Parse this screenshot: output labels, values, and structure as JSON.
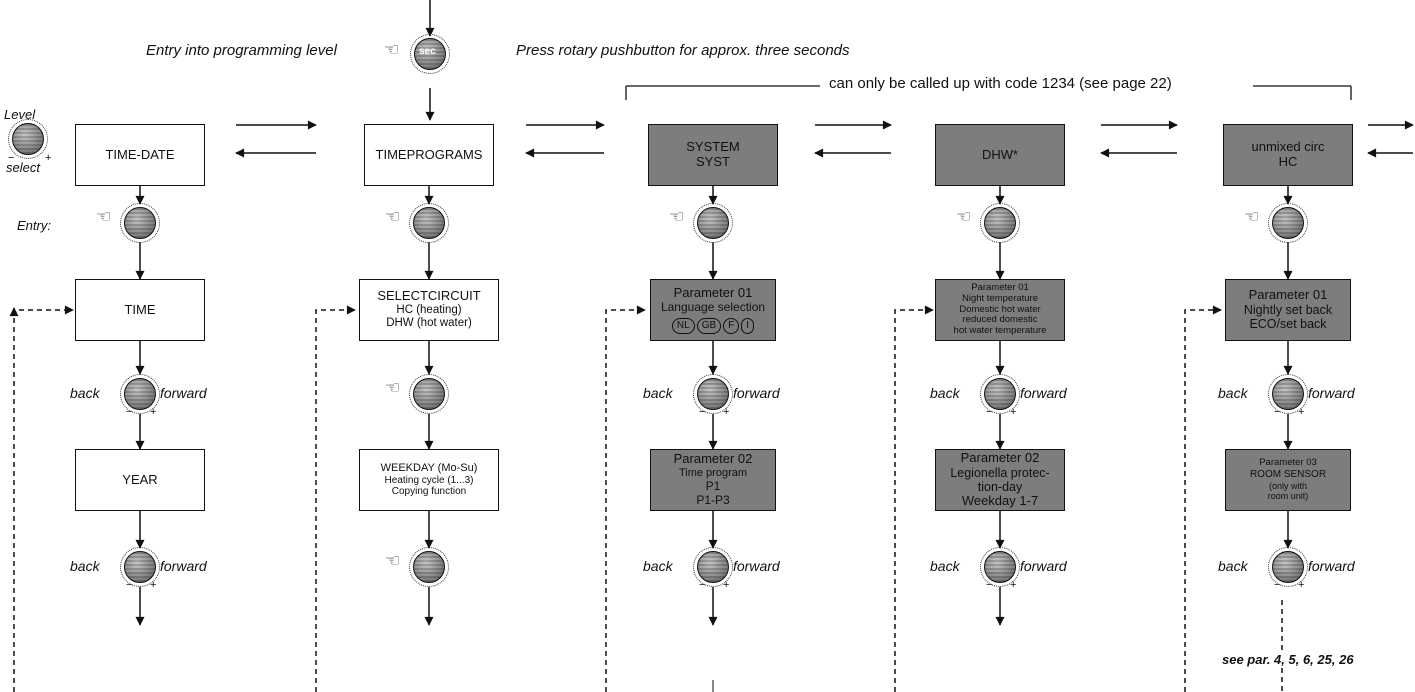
{
  "header": {
    "entry_label": "Entry into programming level",
    "sec_label": "sec",
    "press_note": "Press rotary pushbutton for approx. three seconds",
    "code_note": "can only be called up with code 1234 (see page 22)"
  },
  "side_labels": {
    "level": "Level",
    "select": "select",
    "entry": "Entry:"
  },
  "knob_labels": {
    "back": "back",
    "forward": "forward",
    "minus": "−",
    "plus": "+"
  },
  "top_menus": [
    {
      "lines": [
        "TIME-DATE"
      ],
      "style": "white"
    },
    {
      "lines": [
        "TIMEPROGRAMS"
      ],
      "style": "white"
    },
    {
      "lines": [
        "SYSTEM",
        "SYST"
      ],
      "style": "grey"
    },
    {
      "lines": [
        "DHW*"
      ],
      "style": "grey"
    },
    {
      "lines": [
        "unmixed circ",
        "HC"
      ],
      "style": "grey"
    }
  ],
  "columns": [
    {
      "first": {
        "lines": [
          "TIME"
        ]
      },
      "second": {
        "lines": [
          "YEAR"
        ]
      }
    },
    {
      "first": {
        "lines": [
          "SELECTCIRCUIT",
          "HC (heating)",
          "DHW (hot water)"
        ]
      },
      "second": {
        "lines": [
          "WEEKDAY (Mo-Su)",
          "Heating cycle (1...3)",
          "Copying function"
        ]
      }
    },
    {
      "first": {
        "lines": [
          "Parameter 01",
          "Language selection"
        ],
        "options": [
          "NL",
          "GB",
          "F",
          "I"
        ]
      },
      "second": {
        "lines": [
          "Parameter 02",
          "Time program",
          "P1",
          "P1-P3"
        ]
      }
    },
    {
      "first": {
        "lines": [
          "Parameter 01",
          "Night temperature",
          "Domestic hot water",
          "reduced domestic",
          "hot water temperature"
        ]
      },
      "second": {
        "lines": [
          "Parameter 02",
          "Legionella protec-",
          "tion-day",
          "Weekday 1-7"
        ]
      }
    },
    {
      "first": {
        "lines": [
          "Parameter 01",
          "Nightly set back",
          "ECO/set back"
        ]
      },
      "second": {
        "lines": [
          "Parameter 03",
          "ROOM SENSOR",
          "(only with",
          "room unit)"
        ]
      }
    }
  ],
  "see_par_note": "see par. 4, 5, 6, 25, 26"
}
